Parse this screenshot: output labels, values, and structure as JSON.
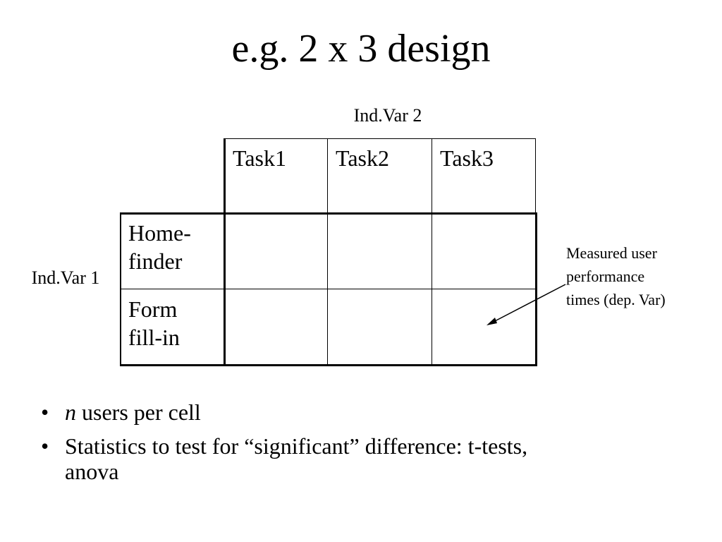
{
  "slide": {
    "title": "e.g. 2 x 3 design"
  },
  "design_table": {
    "column_factor": "Ind.Var 2",
    "row_factor": "Ind.Var 1",
    "columns": [
      "Task1",
      "Task2",
      "Task3"
    ],
    "rows": [
      {
        "line1": "Home-",
        "line2": "finder"
      },
      {
        "line1": "Form",
        "line2": "fill-in"
      }
    ]
  },
  "annotation": {
    "line1": "Measured user",
    "line2": "performance",
    "line3": "times (dep. Var)"
  },
  "bullets": {
    "item1_italic": "n",
    "item1_rest": " users per cell",
    "item2_line1": "Statistics to test for “significant” difference:  t-tests,",
    "item2_line2": "anova",
    "marker": "•"
  }
}
